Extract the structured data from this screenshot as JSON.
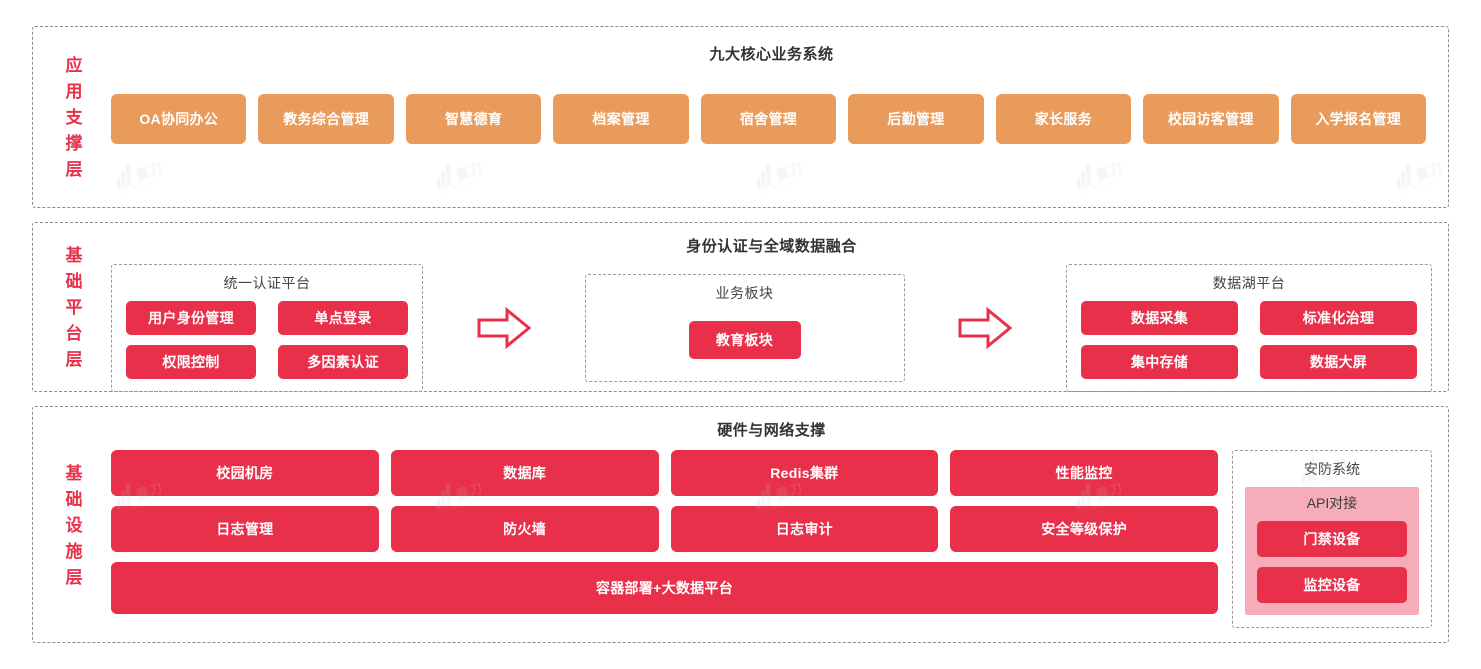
{
  "colors": {
    "orange": "#E89B5A",
    "red": "#E8304B",
    "pink": "#F6ADB9",
    "frame": "#8C8C8C",
    "title": "#333333"
  },
  "layers": [
    {
      "side_label": "应用支撑层",
      "title": "九大核心业务系统",
      "apps": [
        "OA协同办公",
        "教务综合管理",
        "智慧德育",
        "档案管理",
        "宿舍管理",
        "后勤管理",
        "家长服务",
        "校园访客管理",
        "入学报名管理"
      ]
    },
    {
      "side_label": "基础平台层",
      "title": "身份认证与全域数据融合",
      "auth_group": {
        "title": "统一认证平台",
        "items": [
          "用户身份管理",
          "单点登录",
          "权限控制",
          "多因素认证"
        ]
      },
      "business_group": {
        "title": "业务板块",
        "items": [
          "教育板块"
        ]
      },
      "lake_group": {
        "title": "数据湖平台",
        "items": [
          "数据采集",
          "标准化治理",
          "集中存储",
          "数据大屏"
        ]
      },
      "arrows": [
        "arrow-right-icon",
        "arrow-right-icon"
      ]
    },
    {
      "side_label": "基础设施层",
      "title": "硬件与网络支撑",
      "row1": [
        "校园机房",
        "数据库",
        "Redis集群",
        "性能监控"
      ],
      "row2": [
        "日志管理",
        "防火墙",
        "日志审计",
        "安全等级保护"
      ],
      "wide": "容器部署+大数据平台",
      "security_group": {
        "title": "安防系统",
        "api_label": "API对接",
        "items": [
          "门禁设备",
          "监控设备"
        ]
      }
    }
  ],
  "watermark": {
    "text": "墨刀",
    "sub": "MODAO.CC"
  }
}
